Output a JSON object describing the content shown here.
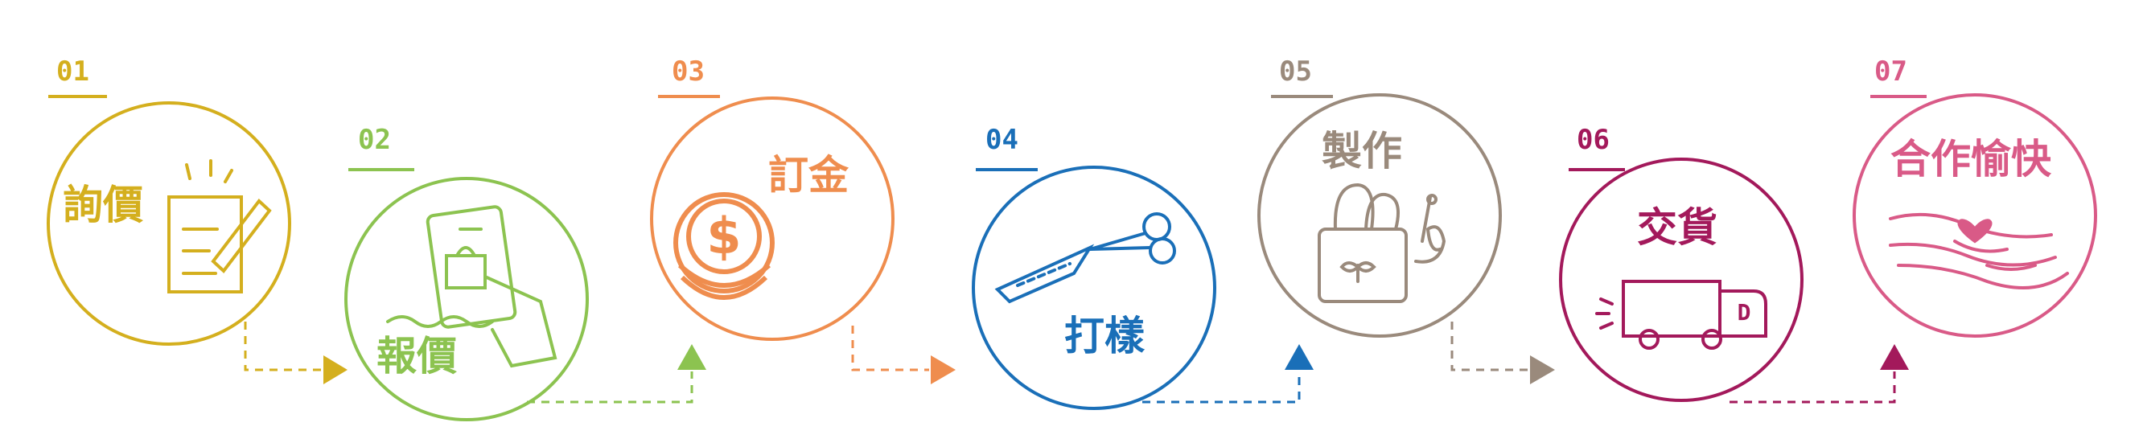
{
  "steps": [
    {
      "number": "01",
      "label": "詢價",
      "color": "#d4af1e"
    },
    {
      "number": "02",
      "label": "報價",
      "color": "#8cc350"
    },
    {
      "number": "03",
      "label": "訂金",
      "color": "#ef8d4e"
    },
    {
      "number": "04",
      "label": "打樣",
      "color": "#1a6fb8"
    },
    {
      "number": "05",
      "label": "製作",
      "color": "#9a8a7c"
    },
    {
      "number": "06",
      "label": "交貨",
      "color": "#a3195b"
    },
    {
      "number": "07",
      "label": "合作愉快",
      "color": "#d95a87"
    }
  ],
  "icons": [
    "notepad-pencil-icon",
    "price-tag-hand-icon",
    "dollar-coin-icon",
    "scissors-fabric-icon",
    "tote-bag-sewing-icon",
    "delivery-truck-icon",
    "handshake-heart-icon"
  ],
  "icon_texts": {
    "dollar": "$",
    "truck": "D"
  }
}
